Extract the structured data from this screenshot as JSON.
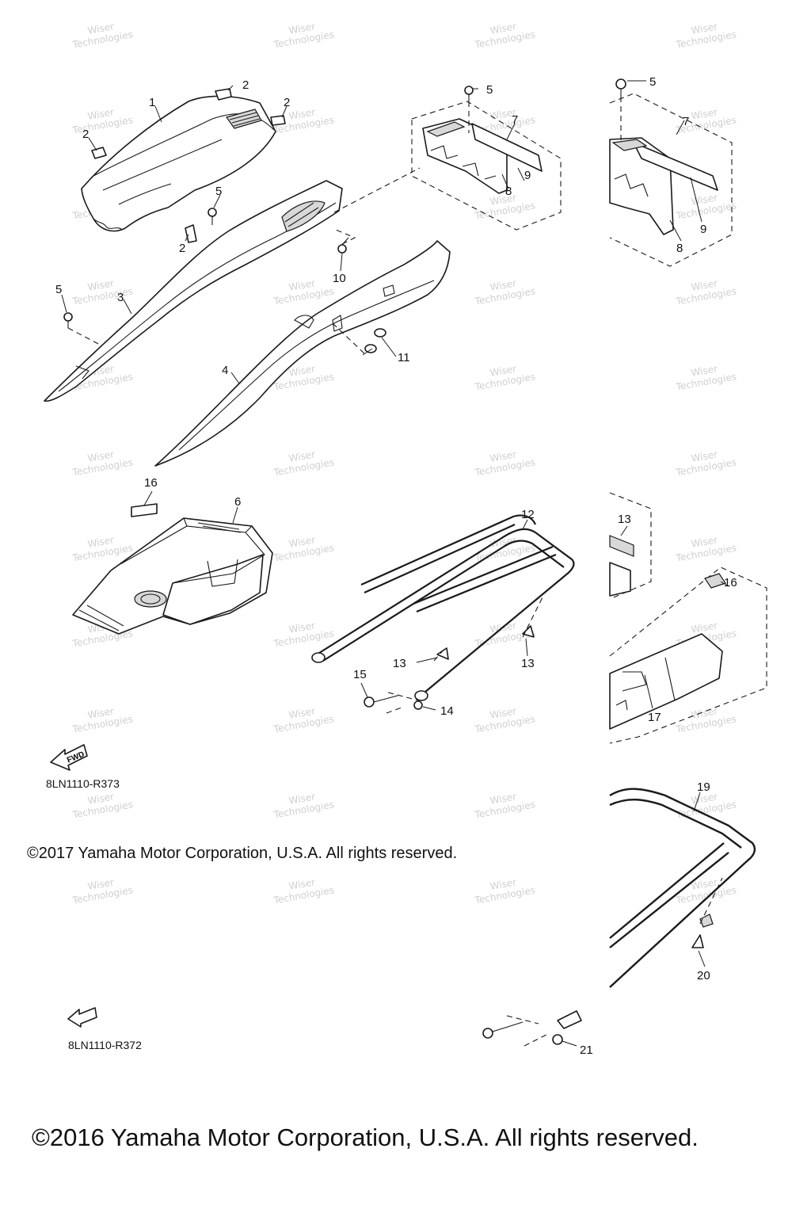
{
  "callouts": {
    "c1": "1",
    "c2a": "2",
    "c2b": "2",
    "c2c": "2",
    "c2d": "2",
    "c3": "3",
    "c4": "4",
    "c5a": "5",
    "c5b": "5",
    "c5c": "5",
    "c5d": "5",
    "c6": "6",
    "c7a": "7",
    "c7b": "7",
    "c8a": "8",
    "c8b": "8",
    "c9a": "9",
    "c9b": "9",
    "c10": "10",
    "c11": "11",
    "c12": "12",
    "c13a": "13",
    "c13b": "13",
    "c13c": "13",
    "c14": "14",
    "c15": "15",
    "c16a": "16",
    "c16b": "16",
    "c17": "17",
    "c19": "19",
    "c20": "20",
    "c21": "21"
  },
  "fwd_label": "FWD",
  "ref_codes": {
    "upper": "8LN1110-R373",
    "lower": "8LN1110-R372"
  },
  "watermark_line1": "Wiser",
  "watermark_line2": "Technologies",
  "copyright_2017": "©2017 Yamaha Motor Corporation, U.S.A. All rights reserved.",
  "copyright_2016": "©2016 Yamaha Motor Corporation, U.S.A. All rights reserved."
}
